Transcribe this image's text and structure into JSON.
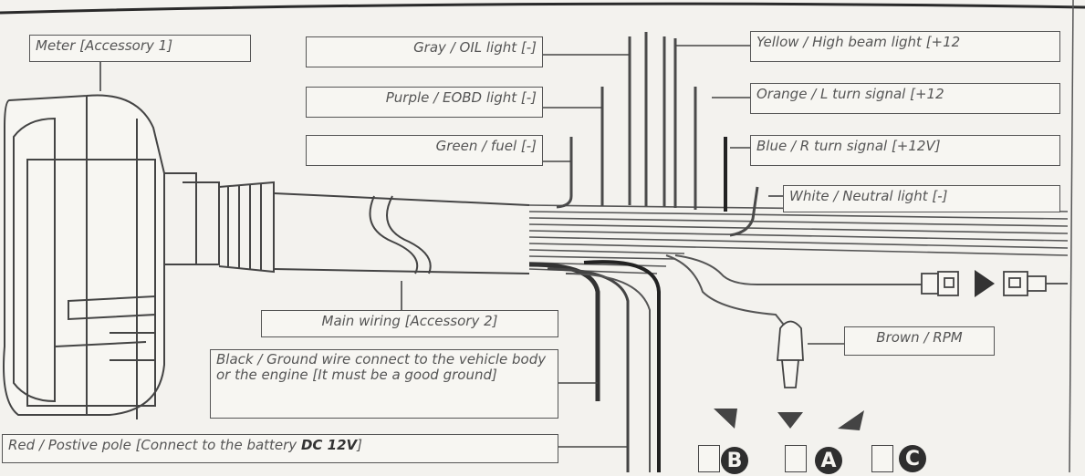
{
  "labels": {
    "meter": "Meter [Accessory 1]",
    "gray_oil": "Gray / OIL light [-]",
    "purple_eobd": "Purple / EOBD light [-]",
    "green_fuel": "Green / fuel [-]",
    "yellow_high_beam": "Yellow / High beam light [+12",
    "orange_l_turn": "Orange / L turn signal [+12",
    "blue_r_turn": "Blue / R turn signal [+12V]",
    "white_neutral": "White / Neutral light [-]",
    "main_wiring": "Main wiring [Accessory 2]",
    "brown_rpm": "Brown / RPM",
    "black_ground": "Black / Ground wire connect to the vehicle body or the engine [It must be a good ground]",
    "red_positive_prefix": "Red / Postive pole [Connect to the battery ",
    "red_positive_emphasis": "DC 12V",
    "red_positive_suffix": "]"
  },
  "connectors": {
    "b": "B",
    "a": "A",
    "c": "C"
  }
}
